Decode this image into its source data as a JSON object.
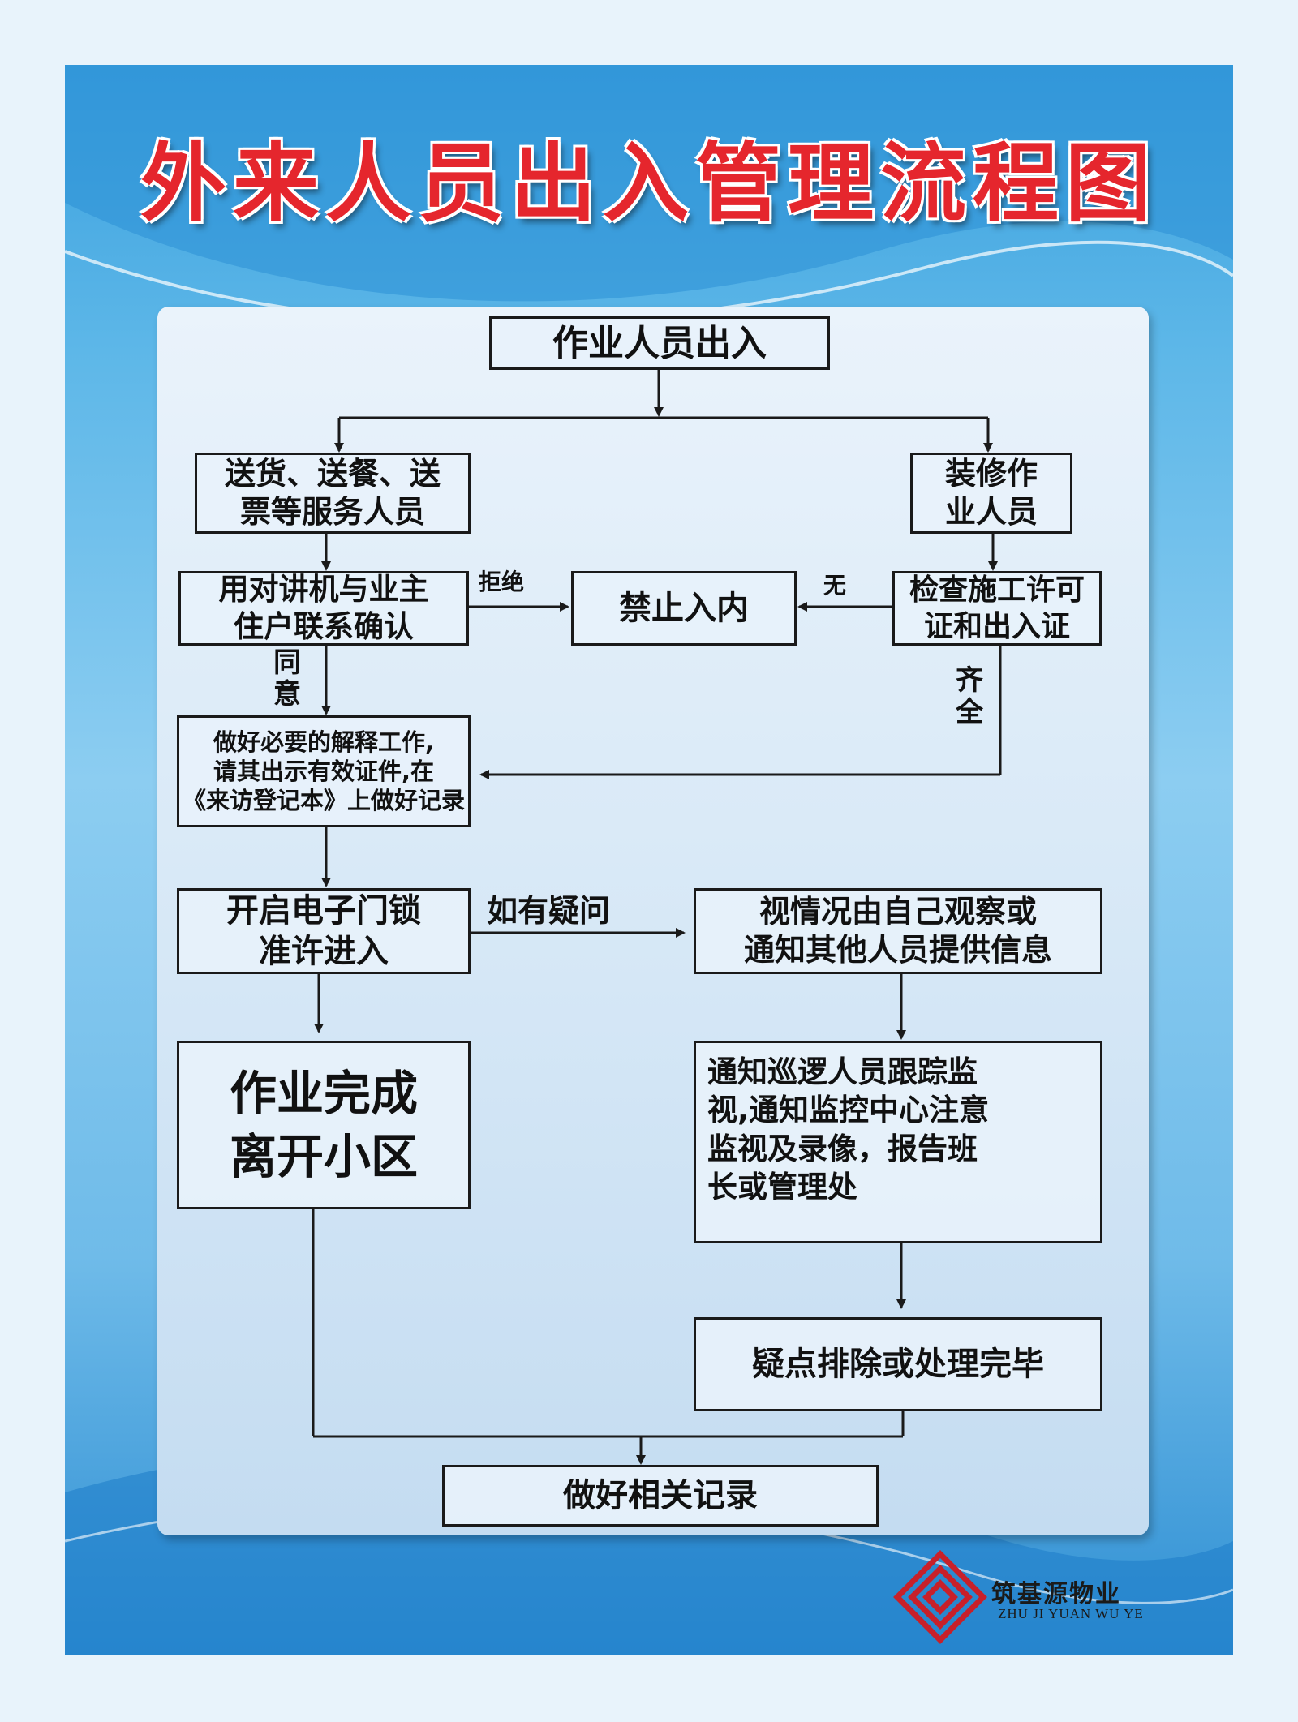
{
  "title": "外来人员出入管理流程图",
  "colors": {
    "title": "#e5262d",
    "background": "#3aa0de",
    "panel": "#dcebf8",
    "line": "#1a1a1a"
  },
  "nodes": {
    "start": "作业人员出入",
    "service_staff": "送货、送餐、送\n票等服务人员",
    "renovation_staff": "装修作\n业人员",
    "intercom_confirm": "用对讲机与业主\n住户联系确认",
    "no_entry": "禁止入内",
    "check_permits": "检查施工许可\n证和出入证",
    "explain_register": "做好必要的解释工作,\n请其出示有效证件,在\n《来访登记本》上做好记录",
    "open_lock": "开启电子门锁\n准许进入",
    "observe_notify": "视情况由自己观察或\n通知其他人员提供信息",
    "work_done": "作业完成\n离开小区",
    "patrol_monitor": "通知巡逻人员跟踪监\n视,通知监控中心注意\n监视及录像，报告班\n长或管理处",
    "resolved": "疑点排除或处理完毕",
    "record": "做好相关记录"
  },
  "edge_labels": {
    "refuse": "拒绝",
    "none": "无",
    "agree": "同\n意",
    "complete": "齐\n全",
    "if_doubt": "如有疑问"
  },
  "logo": {
    "icon": "diamond-logo-icon",
    "name_cn": "筑基源物业",
    "name_en": "ZHU JI YUAN WU YE"
  }
}
